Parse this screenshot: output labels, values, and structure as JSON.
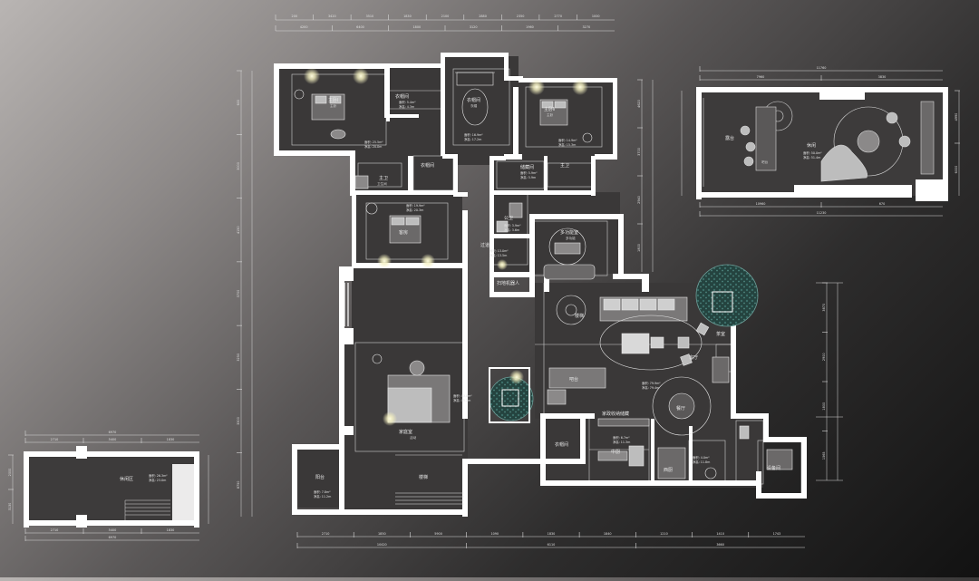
{
  "rooms": {
    "master_bed1": {
      "name": "主卧Ⅰ",
      "sub": "主卧",
      "area": "面积: 25.5m²",
      "net": "净高: 20.0m"
    },
    "cloak1": {
      "name": "衣帽间",
      "area": "面积: 5.4m²",
      "net": "净高: 4.3m"
    },
    "wardrobe_top": {
      "name": "衣帽间",
      "sub": "衣帽",
      "area": "面积: 16.9m²",
      "net": "净高: 17.2m"
    },
    "master_bed2": {
      "name": "主卧Ⅱ",
      "sub": "主卧",
      "area": "面积: 14.9m²",
      "net": "净高: 15.3m"
    },
    "cloak2": {
      "name": "衣帽间"
    },
    "bath_left": {
      "name": "主卫",
      "sub": "卫生间"
    },
    "cloak_mid": {
      "name": "衣帽间"
    },
    "closet_mid": {
      "name": "储藏间",
      "area": "面积: 5.9m²",
      "net": "净高: 5.9m"
    },
    "bath_mid": {
      "name": "主卫"
    },
    "bedroom_mid": {
      "name": "客房",
      "area": "面积: 19.9m²",
      "net": "净高: 20.3m"
    },
    "toilet": {
      "name": "公卫",
      "area": "面积: 3.9m²",
      "net": "净高: 3.6m"
    },
    "multi": {
      "name": "多功能室",
      "sub": "多功能",
      "area": "面积: 13.0m²",
      "net": "净高: 13.5m"
    },
    "corridor": {
      "name": "过道",
      "area": "面积: 13.0m²",
      "net": "净高: 13.5m"
    },
    "robot_note": "扫地机器人",
    "stairs": {
      "name": "楼梯"
    },
    "living": {
      "name": "客厅",
      "area": "面积: 79.9m²",
      "net": "净高: 79.4m"
    },
    "bar": {
      "name": "吧台"
    },
    "dining": {
      "name": "餐厅"
    },
    "tea": {
      "name": "茶室"
    },
    "family": {
      "name": "家庭室",
      "sub": "活动",
      "area": "面积: 43.0m²",
      "net": "净高: 45.2m"
    },
    "pantry": {
      "name": "家政收纳储藏"
    },
    "cloak_bot": {
      "name": "衣帽间"
    },
    "kitchen": {
      "name": "中厨",
      "area": "面积: 6.7m²",
      "net": "净高: 11.3m"
    },
    "west_kitchen": {
      "name": "西厨",
      "area": "面积: 4.0m²",
      "net": "净高: 11.8m"
    },
    "balcony_b": {
      "name": "阳台",
      "area": "面积: 7.8m²",
      "net": "净高: 11.2m"
    },
    "stairs_b": {
      "name": "楼梯"
    },
    "equip": {
      "name": "设备间"
    },
    "rf_terrace": {
      "name": "露台",
      "sub": "吧台"
    },
    "rf_lounge": {
      "name": "休闲",
      "area": "面积: 50.0m²",
      "net": "净高: 51.4m"
    },
    "bl_room": {
      "name": "休闲区",
      "area": "面积: 26.3m²",
      "net": "净高: 23.0m"
    }
  },
  "dims": {
    "top1": [
      "200",
      "3420",
      "3510",
      "1830",
      "2100",
      "2880",
      "2350",
      "2770",
      "1000"
    ],
    "top2": [
      "4200",
      "6400",
      "1800",
      "3120",
      "1960",
      "3270"
    ],
    "bot1": [
      "2710",
      "1850",
      "5900",
      "1090",
      "1830",
      "1840",
      "1210",
      "1410",
      "1743"
    ],
    "bot2": [
      "10420",
      "6110",
      "3660"
    ],
    "left": [
      "600",
      "3000",
      "4150",
      "3700",
      "3250",
      "3300",
      "8750"
    ],
    "right_main": [
      "4620",
      "3700",
      "2940",
      "1800"
    ],
    "rf_top": [
      "11760"
    ],
    "rf_top2": [
      "7960",
      "3830"
    ],
    "rf_bot": [
      "10960",
      "670"
    ],
    "rf_bot2": [
      "11230"
    ],
    "rf_side": [
      "4990",
      "6000"
    ],
    "bl_top": [
      "6970"
    ],
    "bl_top2": [
      "2710",
      "5400",
      "1830"
    ],
    "bl_bot": [
      "2710",
      "5400",
      "1830"
    ],
    "bl_bot2": [
      "6970"
    ],
    "bl_side": [
      "2000",
      "3130"
    ],
    "right_side": [
      "3870",
      "2900",
      "1800",
      "1565"
    ]
  },
  "colors": {
    "wall": "#ffffff",
    "floor": "#3d3b3b",
    "line": "#d8d8d8",
    "light": "#f6f3c6",
    "plant": "#2f5a57"
  }
}
